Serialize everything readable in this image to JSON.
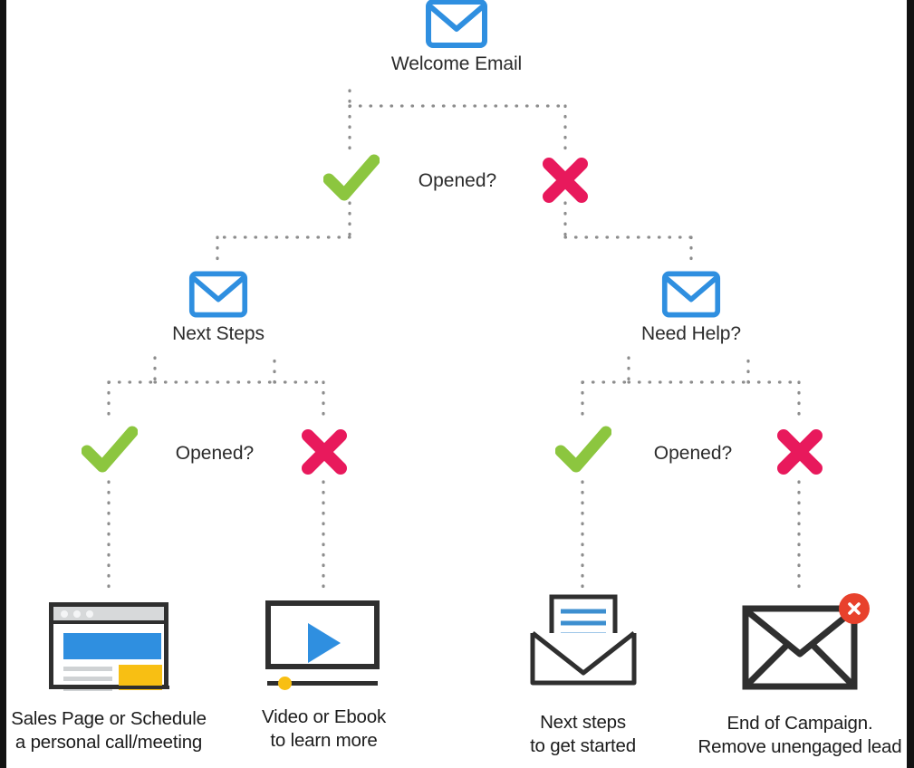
{
  "diagram": {
    "title": "Welcome Email drip campaign decision tree",
    "colors": {
      "envelope_blue": "#2f8fe0",
      "check_green": "#8CC63F",
      "cross_pink": "#E8195C",
      "dot_gray": "#8d8d8d",
      "icon_dark": "#2f2f2f",
      "badge_red": "#e8412c",
      "accent_yellow": "#f8bf13",
      "text": "#2b2b2b",
      "frame_black": "#121212"
    },
    "root": {
      "label": "Welcome Email",
      "icon": "envelope-icon"
    },
    "conditions": [
      {
        "id": "cond-root",
        "label": "Opened?"
      },
      {
        "id": "cond-next-steps",
        "label": "Opened?"
      },
      {
        "id": "cond-need-help",
        "label": "Opened?"
      }
    ],
    "branch_icons": {
      "yes": "check-icon",
      "no": "cross-icon"
    },
    "level2": [
      {
        "id": "next-steps",
        "label": "Next Steps",
        "icon": "envelope-icon",
        "from": "yes"
      },
      {
        "id": "need-help",
        "label": "Need Help?",
        "icon": "envelope-icon",
        "from": "no"
      }
    ],
    "leaves": [
      {
        "id": "sales-page",
        "icon": "browser-window-icon",
        "caption_line1": "Sales Page or Schedule",
        "caption_line2": "a personal call/meeting"
      },
      {
        "id": "video-ebook",
        "icon": "video-player-icon",
        "caption_line1": "Video or Ebook",
        "caption_line2": "to learn more"
      },
      {
        "id": "next-steps-started",
        "icon": "open-envelope-letter-icon",
        "caption_line1": "Next steps",
        "caption_line2": "to get started"
      },
      {
        "id": "end-of-campaign",
        "icon": "envelope-error-icon",
        "caption_line1": "End of Campaign.",
        "caption_line2": "Remove unengaged lead"
      }
    ]
  }
}
